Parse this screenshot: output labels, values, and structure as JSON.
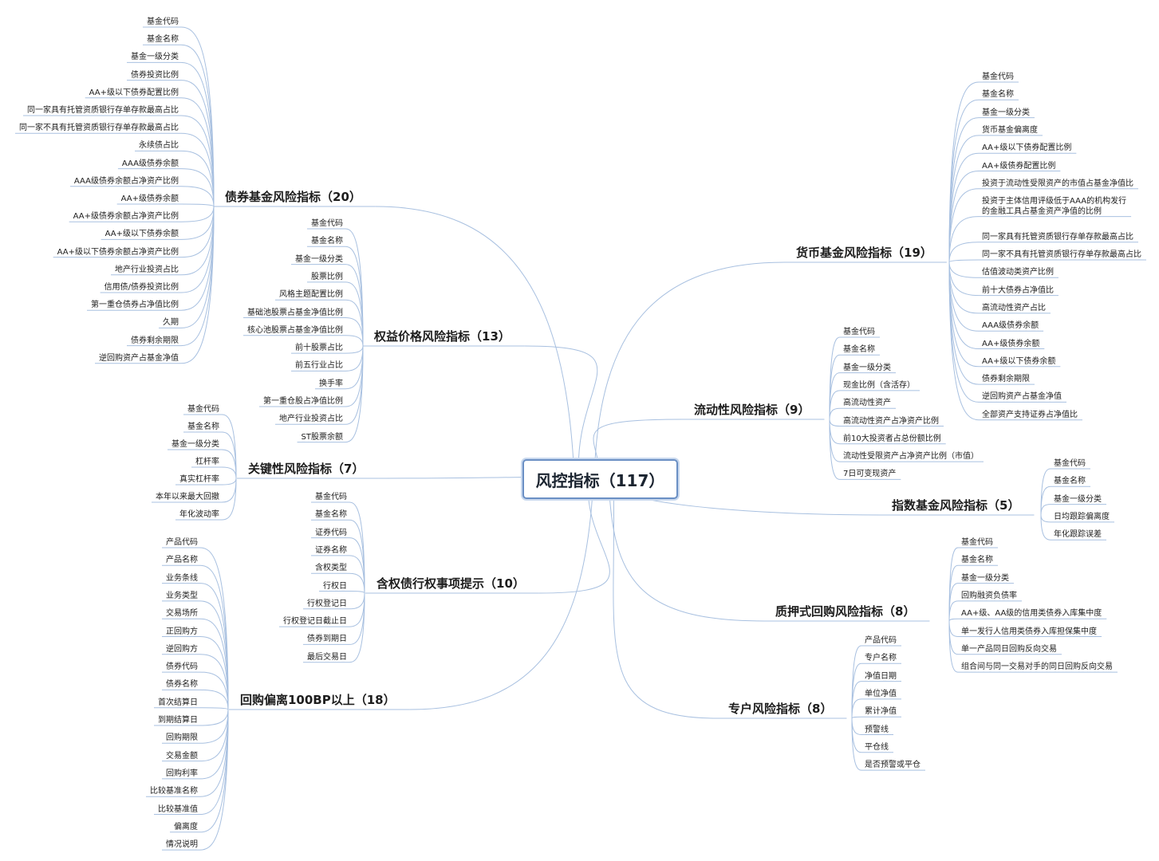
{
  "colors": {
    "line": "#a8c0e0",
    "root_border": "#6a8fc4"
  },
  "root": {
    "label": "风控指标（117）"
  },
  "branches": [
    {
      "id": "bond",
      "label": "债券基金风险指标（20）",
      "side": "left",
      "items": [
        "基金代码",
        "基金名称",
        "基金一级分类",
        "债券投资比例",
        "AA+级以下债券配置比例",
        "同一家具有托管资质银行存单存款最高占比",
        "同一家不具有托管资质银行存单存款最高占比",
        "永续债占比",
        "AAA级债券余额",
        "AAA级债券余额占净资产比例",
        "AA+级债券余额",
        "AA+级债券余额占净资产比例",
        "AA+级以下债券余额",
        "AA+级以下债券余额占净资产比例",
        "地产行业投资占比",
        "信用债/债券投资比例",
        "第一重仓债券占净值比例",
        "久期",
        "债券剩余期限",
        "逆回购资产占基金净值"
      ]
    },
    {
      "id": "equity",
      "label": "权益价格风险指标（13）",
      "side": "left",
      "items": [
        "基金代码",
        "基金名称",
        "基金一级分类",
        "股票比例",
        "风格主题配置比例",
        "基础池股票占基金净值比例",
        "核心池股票占基金净值比例",
        "前十股票占比",
        "前五行业占比",
        "换手率",
        "第一重仓股占净值比例",
        "地产行业投资占比",
        "ST股票余额"
      ]
    },
    {
      "id": "key",
      "label": "关键性风险指标（7）",
      "side": "left",
      "items": [
        "基金代码",
        "基金名称",
        "基金一级分类",
        "杠杆率",
        "真实杠杆率",
        "本年以来最大回撤",
        "年化波动率"
      ]
    },
    {
      "id": "option",
      "label": "含权债行权事项提示（10）",
      "side": "left",
      "items": [
        "基金代码",
        "基金名称",
        "证券代码",
        "证券名称",
        "含权类型",
        "行权日",
        "行权登记日",
        "行权登记日截止日",
        "债券到期日",
        "最后交易日"
      ]
    },
    {
      "id": "repo100",
      "label": "回购偏离100BP以上（18）",
      "side": "left",
      "items": [
        "产品代码",
        "产品名称",
        "业务条线",
        "业务类型",
        "交易场所",
        "正回购方",
        "逆回购方",
        "债券代码",
        "债券名称",
        "首次结算日",
        "到期结算日",
        "回购期限",
        "交易金额",
        "回购利率",
        "比较基准名称",
        "比较基准值",
        "偏离度",
        "情况说明"
      ]
    },
    {
      "id": "money",
      "label": "货币基金风险指标（19）",
      "side": "right",
      "items": [
        "基金代码",
        "基金名称",
        "基金一级分类",
        "货币基金偏离度",
        "AA+级以下债券配置比例",
        "AA+级债券配置比例",
        "投资于流动性受限资产的市值占基金净值比",
        "投资于主体信用评级低于AAA的机构发行\n的金融工具占基金资产净值的比例",
        "同一家具有托管资质银行存单存款最高占比",
        "同一家不具有托管资质银行存单存款最高占比",
        "估值波动类资产比例",
        "前十大债券占净值比",
        "高流动性资产占比",
        "AAA级债券余额",
        "AA+级债券余额",
        "AA+级以下债券余额",
        "债券剩余期限",
        "逆回购资产占基金净值",
        "全部资产支持证券占净值比"
      ]
    },
    {
      "id": "liquid",
      "label": "流动性风险指标（9）",
      "side": "right",
      "items": [
        "基金代码",
        "基金名称",
        "基金一级分类",
        "现金比例（含活存）",
        "高流动性资产",
        "高流动性资产占净资产比例",
        "前10大投资者占总份额比例",
        "流动性受限资产占净资产比例（市值）",
        "7日可变现资产"
      ]
    },
    {
      "id": "index",
      "label": "指数基金风险指标（5）",
      "side": "right",
      "items": [
        "基金代码",
        "基金名称",
        "基金一级分类",
        "日均跟踪偏离度",
        "年化跟踪误差"
      ]
    },
    {
      "id": "pledge",
      "label": "质押式回购风险指标（8）",
      "side": "right",
      "items": [
        "基金代码",
        "基金名称",
        "基金一级分类",
        "回购融资负债率",
        "AA+级、AA级的信用类债券入库集中度",
        "单一发行人信用类债券入库担保集中度",
        "单一产品同日回购反向交易",
        "组合间与同一交易对手的同日回购反向交易"
      ]
    },
    {
      "id": "special",
      "label": "专户风险指标（8）",
      "side": "right",
      "items": [
        "产品代码",
        "专户名称",
        "净值日期",
        "单位净值",
        "累计净值",
        "预警线",
        "平仓线",
        "是否预警或平仓"
      ]
    }
  ]
}
